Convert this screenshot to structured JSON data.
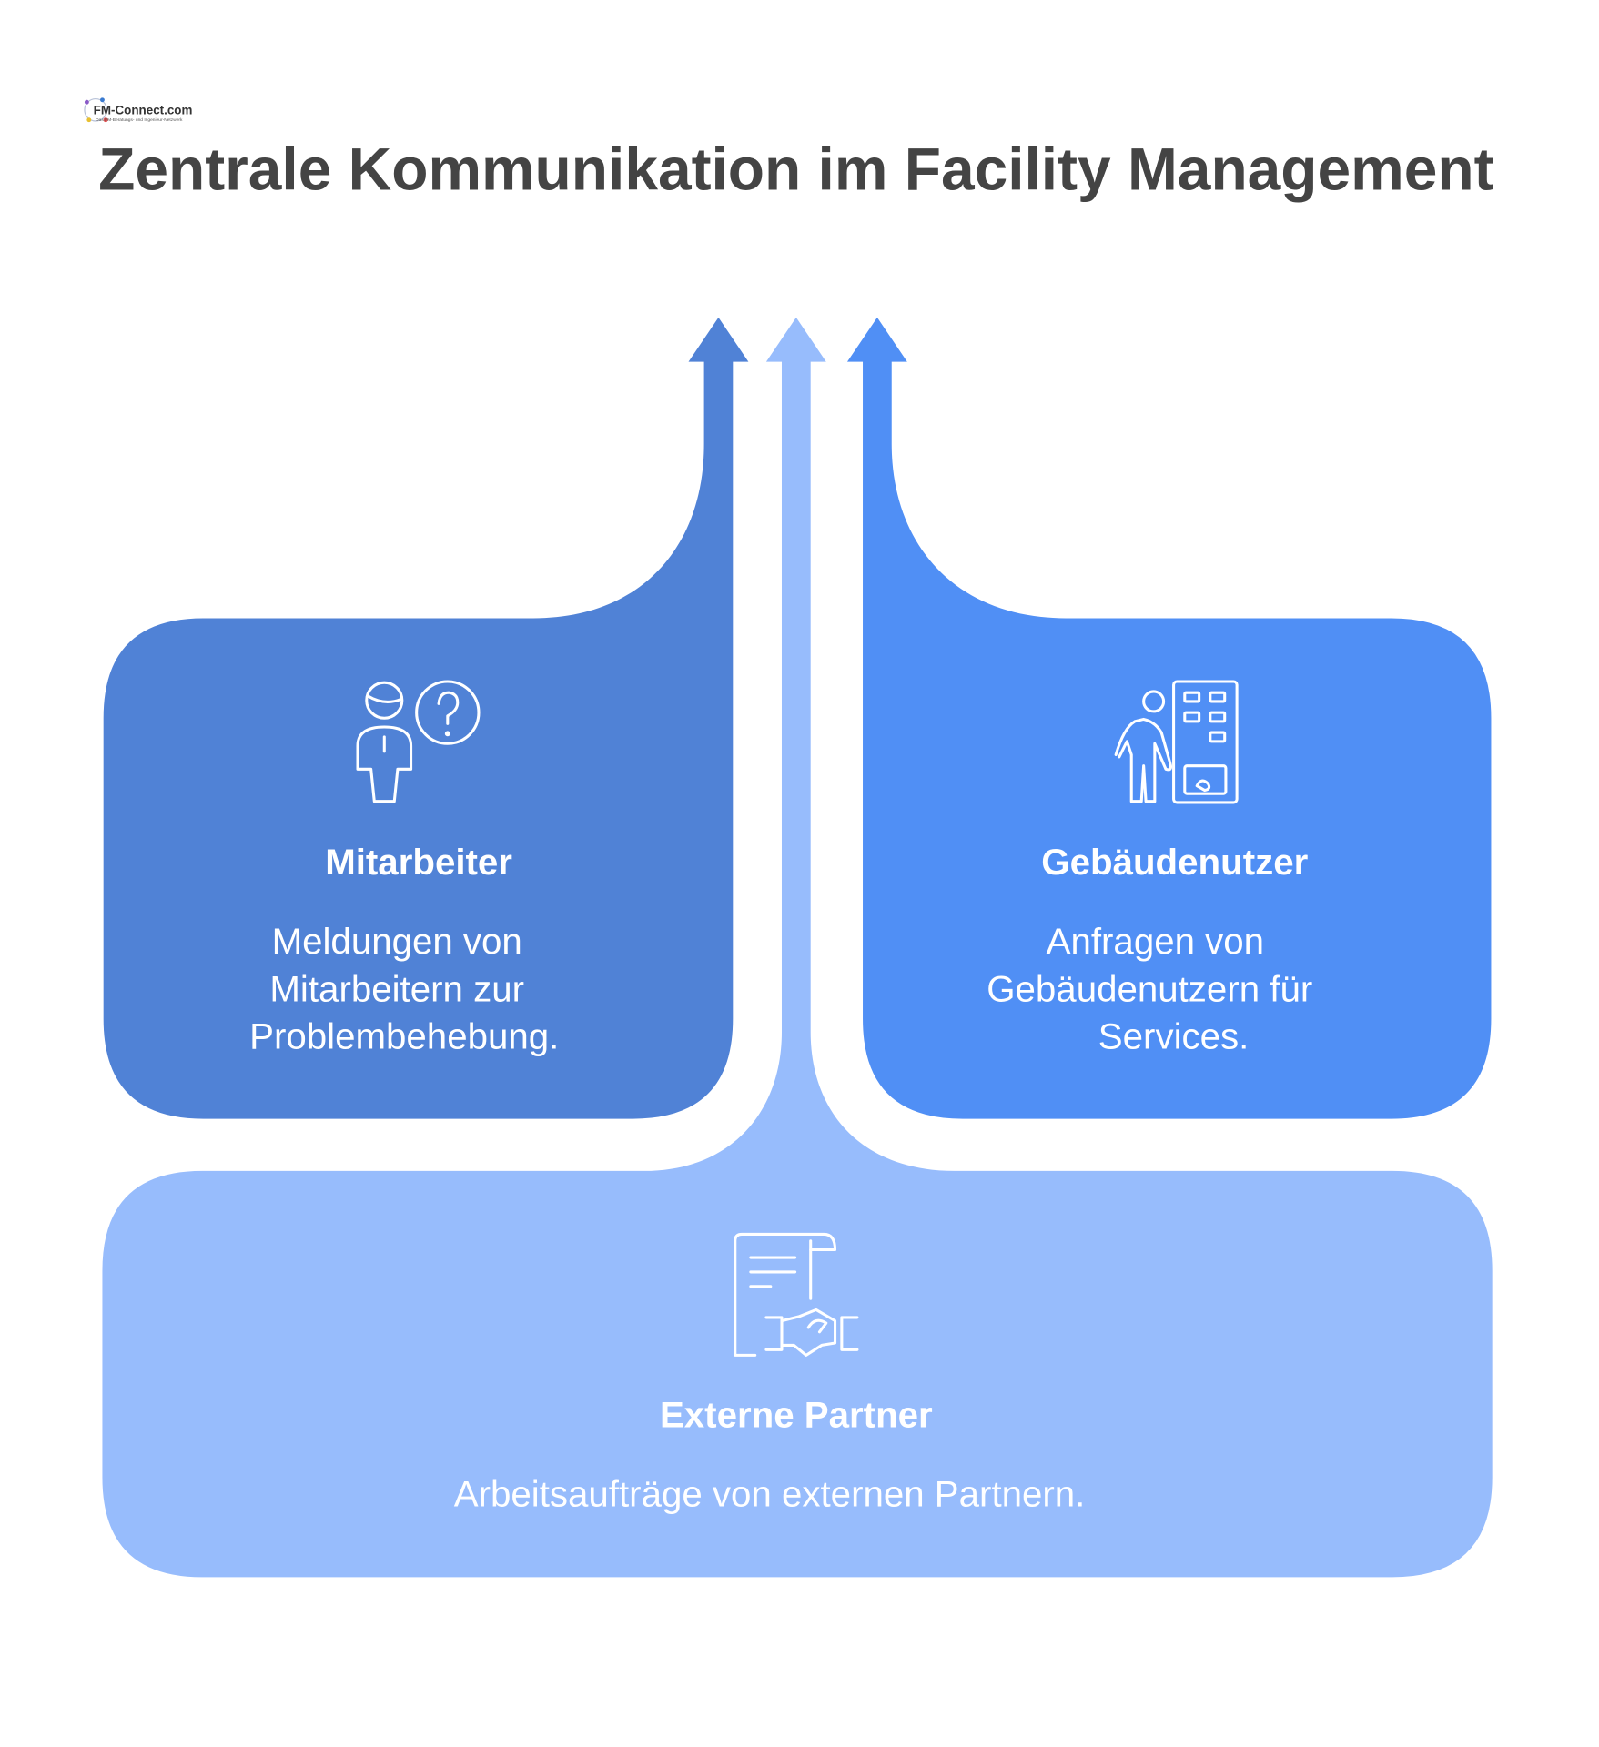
{
  "logo": {
    "text": "FM-Connect.com",
    "tagline": "Das FM-Beratungs- und Ingenieur-Netzwerk"
  },
  "title": "Zentrale Kommunikation im Facility Management",
  "colors": {
    "left": "#5082D6",
    "right": "#508FF5",
    "bottom": "#97BCFC",
    "title": "#444444"
  },
  "cards": {
    "mitarbeiter": {
      "icon": "employee-question-icon",
      "heading": "Mitarbeiter",
      "lines": [
        "Meldungen von",
        "Mitarbeitern zur",
        "Problembehebung."
      ]
    },
    "gebaeudenutzer": {
      "icon": "person-building-icon",
      "heading": "Gebäudenutzer",
      "lines": [
        "Anfragen von",
        "Gebäudenutzern für",
        "Services."
      ]
    },
    "externe": {
      "icon": "contract-handshake-icon",
      "heading": "Externe Partner",
      "lines": [
        "Arbeitsaufträge von externen Partnern."
      ]
    }
  }
}
